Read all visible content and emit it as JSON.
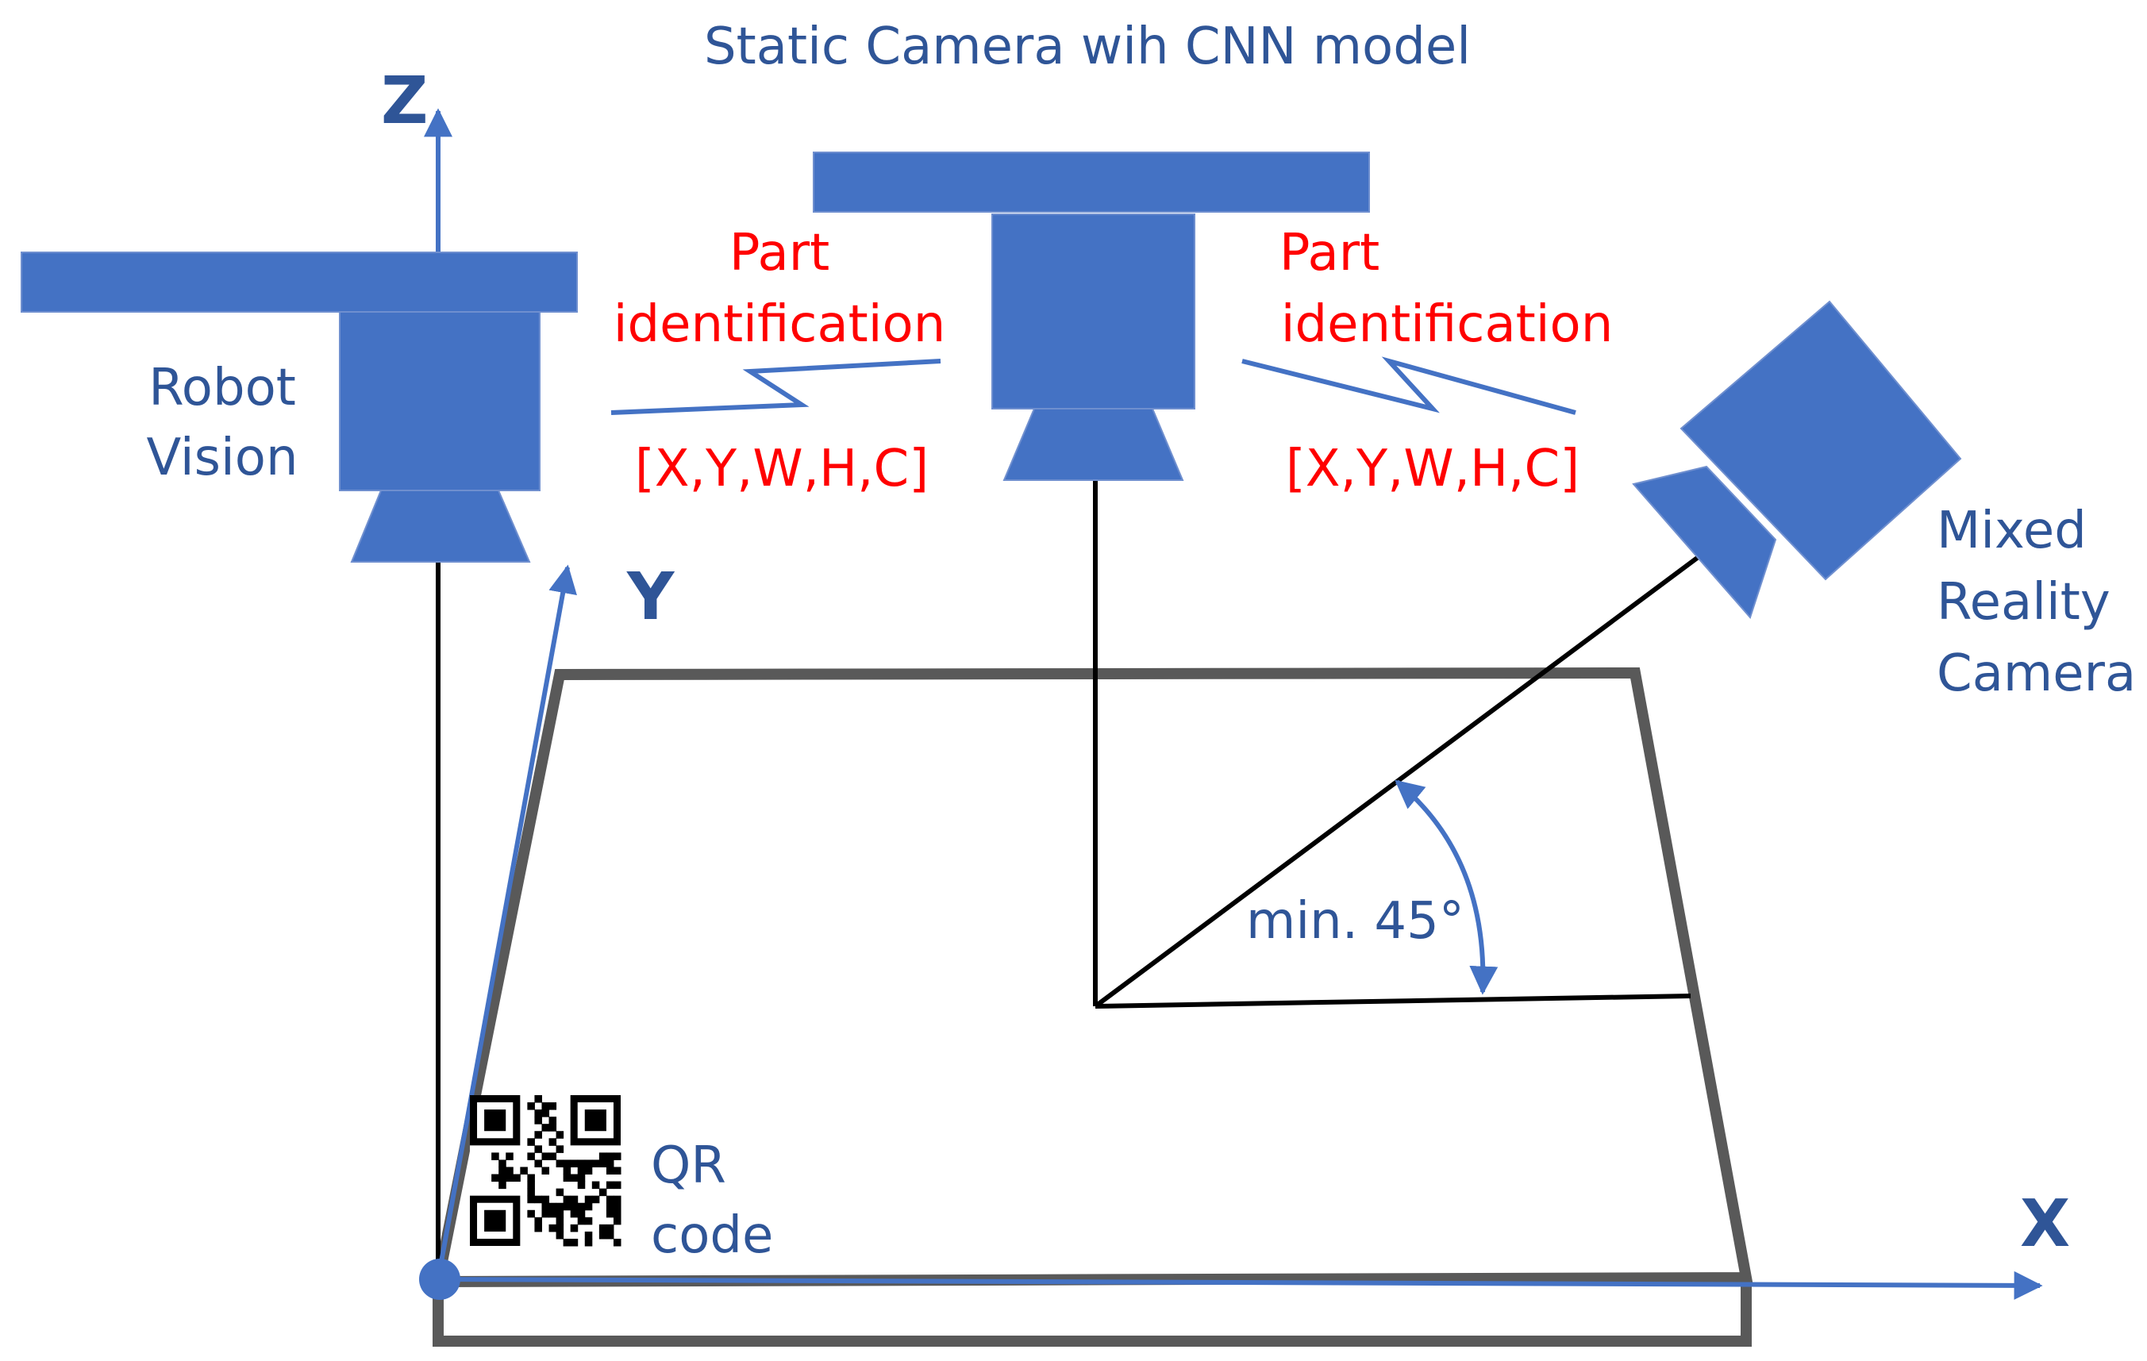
{
  "title": "Static Camera wih CNN model",
  "axes": {
    "z": "Z",
    "y": "Y",
    "x": "X"
  },
  "robot_vision": {
    "line1": "Robot",
    "line2": "Vision"
  },
  "link_left": {
    "label_line1": "Part",
    "label_line2": "identification",
    "output": "[X,Y,W,H,C]"
  },
  "link_right": {
    "label_line1": "Part",
    "label_line2": "identification",
    "output": "[X,Y,W,H,C]"
  },
  "mixed_reality": {
    "line1": "Mixed",
    "line2": "Reality",
    "line3": "Camera"
  },
  "angle_label": "min. 45°",
  "qr": {
    "line1": "QR",
    "line2": "code"
  },
  "colors": {
    "camera_blue": "#4472c4",
    "text_blue": "#2f5597",
    "label_red": "#ff0000",
    "table_gray": "#595959"
  },
  "icons": [
    "robot-vision-camera",
    "static-camera",
    "mixed-reality-camera",
    "qr-code-icon",
    "origin-point"
  ]
}
